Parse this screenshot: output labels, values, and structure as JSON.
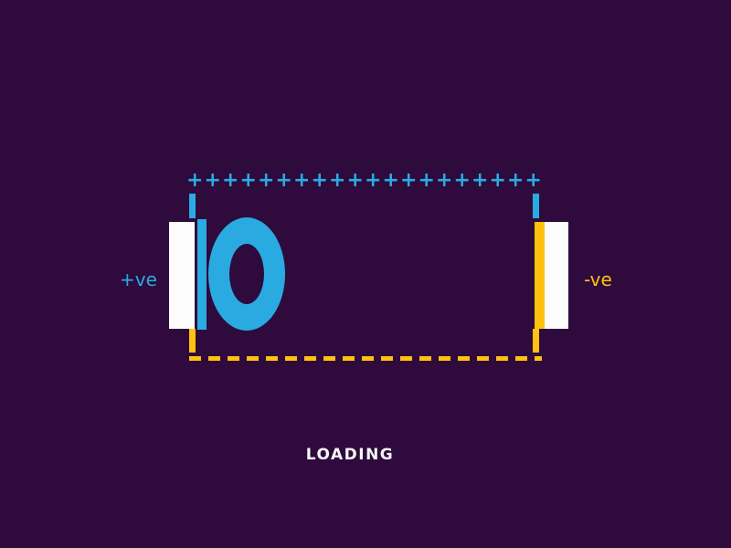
{
  "page": {
    "background": "#2F0A3D"
  },
  "circuit": {
    "loading_label": "LOADING",
    "positive_label": "+ve",
    "negative_label": "-ve",
    "counter_value": "0",
    "plus_symbol": "+",
    "plus_count": 20,
    "colors": {
      "positive_cyan": "#29ABE2",
      "negative_yellow": "#FFC20E",
      "electrode_white": "#FCFCFC",
      "background_purple": "#2F0A3D",
      "text_white": "#F5F5F5"
    }
  }
}
